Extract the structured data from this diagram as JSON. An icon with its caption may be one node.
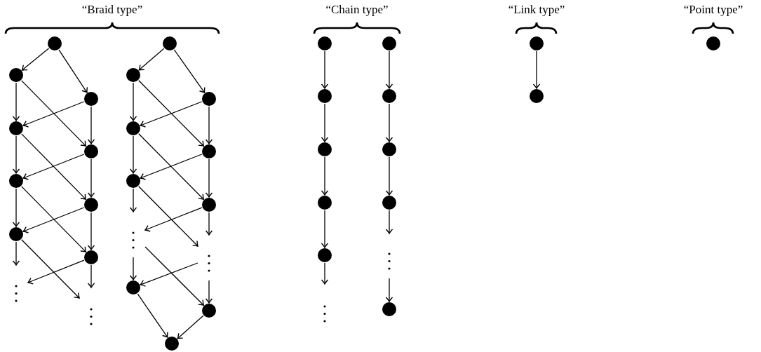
{
  "diagram": {
    "nodes": [
      {
        "text": [],
        "shape": "circle"
      },
      {
        "text": [],
        "shape": "circle"
      },
      {
        "text": [],
        "shape": "circle"
      },
      {
        "text": [],
        "shape": "circle"
      },
      {
        "text": [],
        "shape": "circle"
      },
      {
        "text": [],
        "shape": "circle"
      },
      {
        "text": [],
        "shape": "circle"
      },
      {
        "text": [],
        "shape": "circle"
      },
      {
        "text": [],
        "shape": "circle"
      },
      {
        "text": [],
        "shape": "circle"
      },
      {
        "text": [],
        "shape": "circle"
      },
      {
        "text": [],
        "shape": "circle"
      },
      {
        "text": [],
        "shape": "circle"
      },
      {
        "text": [],
        "shape": "circle"
      },
      {
        "text": [],
        "shape": "circle"
      },
      {
        "text": [],
        "shape": "circle"
      },
      {
        "text": [],
        "shape": "circle"
      },
      {
        "text": [],
        "shape": "circle"
      },
      {
        "text": [],
        "shape": "circle"
      },
      {
        "text": [],
        "shape": "circle"
      },
      {
        "text": [],
        "shape": "circle"
      },
      {
        "text": [],
        "shape": "circle"
      },
      {
        "text": [],
        "shape": "circle"
      },
      {
        "text": [],
        "shape": "circle"
      },
      {
        "text": [],
        "shape": "circle"
      },
      {
        "text": [],
        "shape": "circle"
      },
      {
        "text": [],
        "shape": "circle"
      },
      {
        "text": [],
        "shape": "circle"
      },
      {
        "text": [],
        "shape": "circle"
      },
      {
        "text": [],
        "shape": "circle"
      },
      {
        "text": [],
        "shape": "circle"
      },
      {
        "text": [],
        "shape": "circle"
      }
    ],
    "edges": [
      {
        "from": 0,
        "to": 1,
        "arrow": "to"
      },
      {
        "from": 0,
        "to": 2,
        "arrow": "to"
      },
      {
        "from": 1,
        "to": 3,
        "arrow": "to"
      },
      {
        "from": 1,
        "to": 4,
        "arrow": "to"
      },
      {
        "from": 2,
        "to": 3,
        "arrow": "to"
      },
      {
        "from": 2,
        "to": 4,
        "arrow": "to"
      },
      {
        "from": 3,
        "to": 5,
        "arrow": "to"
      },
      {
        "from": 3,
        "to": 6,
        "arrow": "to"
      },
      {
        "from": 4,
        "to": 5,
        "arrow": "to"
      },
      {
        "from": 4,
        "to": 6,
        "arrow": "to"
      },
      {
        "from": 5,
        "to": 7,
        "arrow": "to"
      },
      {
        "from": 5,
        "to": 8,
        "arrow": "to"
      },
      {
        "from": 6,
        "to": 7,
        "arrow": "to"
      },
      {
        "from": 6,
        "to": 8,
        "arrow": "to"
      },
      {
        "from": 7,
        "to": null,
        "arrow": "to"
      },
      {
        "from": 7,
        "to": null,
        "arrow": "to"
      },
      {
        "from": 8,
        "to": null,
        "arrow": "to"
      },
      {
        "from": 8,
        "to": null,
        "arrow": "to"
      },
      {
        "from": 9,
        "to": 10,
        "arrow": "to"
      },
      {
        "from": 9,
        "to": 11,
        "arrow": "to"
      },
      {
        "from": 10,
        "to": 12,
        "arrow": "to"
      },
      {
        "from": 10,
        "to": 13,
        "arrow": "to"
      },
      {
        "from": 11,
        "to": 12,
        "arrow": "to"
      },
      {
        "from": 11,
        "to": 13,
        "arrow": "to"
      },
      {
        "from": 12,
        "to": 14,
        "arrow": "to"
      },
      {
        "from": 12,
        "to": 15,
        "arrow": "to"
      },
      {
        "from": 13,
        "to": 14,
        "arrow": "to"
      },
      {
        "from": 13,
        "to": 15,
        "arrow": "to"
      },
      {
        "from": 14,
        "to": null,
        "arrow": "to"
      },
      {
        "from": 14,
        "to": null,
        "arrow": "to"
      },
      {
        "from": 15,
        "to": null,
        "arrow": "to"
      },
      {
        "from": 15,
        "to": null,
        "arrow": "to"
      },
      {
        "from": null,
        "to": 16,
        "arrow": "to"
      },
      {
        "from": null,
        "to": 17,
        "arrow": "to"
      },
      {
        "from": null,
        "to": 16,
        "arrow": "to"
      },
      {
        "from": null,
        "to": 17,
        "arrow": "to"
      },
      {
        "from": 16,
        "to": 18,
        "arrow": "to"
      },
      {
        "from": 17,
        "to": 18,
        "arrow": "to"
      },
      {
        "from": 19,
        "to": 20,
        "arrow": "to"
      },
      {
        "from": 20,
        "to": 21,
        "arrow": "to"
      },
      {
        "from": 21,
        "to": 22,
        "arrow": "to"
      },
      {
        "from": 22,
        "to": 23,
        "arrow": "to"
      },
      {
        "from": 23,
        "to": null,
        "arrow": "to"
      },
      {
        "from": 24,
        "to": 25,
        "arrow": "to"
      },
      {
        "from": 25,
        "to": 26,
        "arrow": "to"
      },
      {
        "from": 26,
        "to": 27,
        "arrow": "to"
      },
      {
        "from": 27,
        "to": null,
        "arrow": "to"
      },
      {
        "from": null,
        "to": 28,
        "arrow": "to"
      },
      {
        "from": 29,
        "to": 30,
        "arrow": "to"
      }
    ],
    "labels": [
      "“Braid type”",
      "“Chain type”",
      "“Link type”",
      "“Point type”"
    ]
  }
}
